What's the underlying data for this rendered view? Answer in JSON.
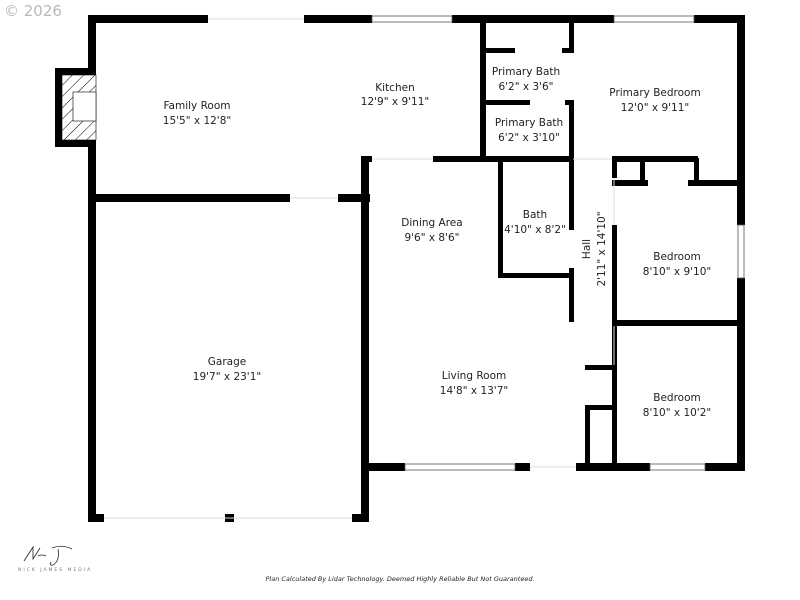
{
  "watermark": "© 2026",
  "rooms": [
    {
      "name": "Family Room",
      "size": "15'5\" x 12'8\""
    },
    {
      "name": "Kitchen",
      "size": "12'9\" x 9'11\""
    },
    {
      "name": "Primary Bath",
      "size": "6'2\" x 3'6\""
    },
    {
      "name": "Primary Bath",
      "size": "6'2\" x 3'10\""
    },
    {
      "name": "Primary Bedroom",
      "size": "12'0\" x 9'11\""
    },
    {
      "name": "Dining Area",
      "size": "9'6\" x 8'6\""
    },
    {
      "name": "Bath",
      "size": "4'10\" x 8'2\""
    },
    {
      "name": "Hall",
      "size": "2'11\" x 14'10\""
    },
    {
      "name": "Bedroom",
      "size": "8'10\" x 9'10\""
    },
    {
      "name": "Garage",
      "size": "19'7\" x 23'1\""
    },
    {
      "name": "Living Room",
      "size": "14'8\" x 13'7\""
    },
    {
      "name": "Bedroom",
      "size": "8'10\" x 10'2\""
    }
  ],
  "logo": {
    "signature": "Nick James",
    "text": "NICK JAMES MEDIA"
  },
  "footer": "Plan Calculated By Lidar Technology. Deemed Highly Reliable But Not Guaranteed.",
  "colors": {
    "wall": "#000000",
    "text": "#222222",
    "watermark": "#b8b8b8"
  }
}
